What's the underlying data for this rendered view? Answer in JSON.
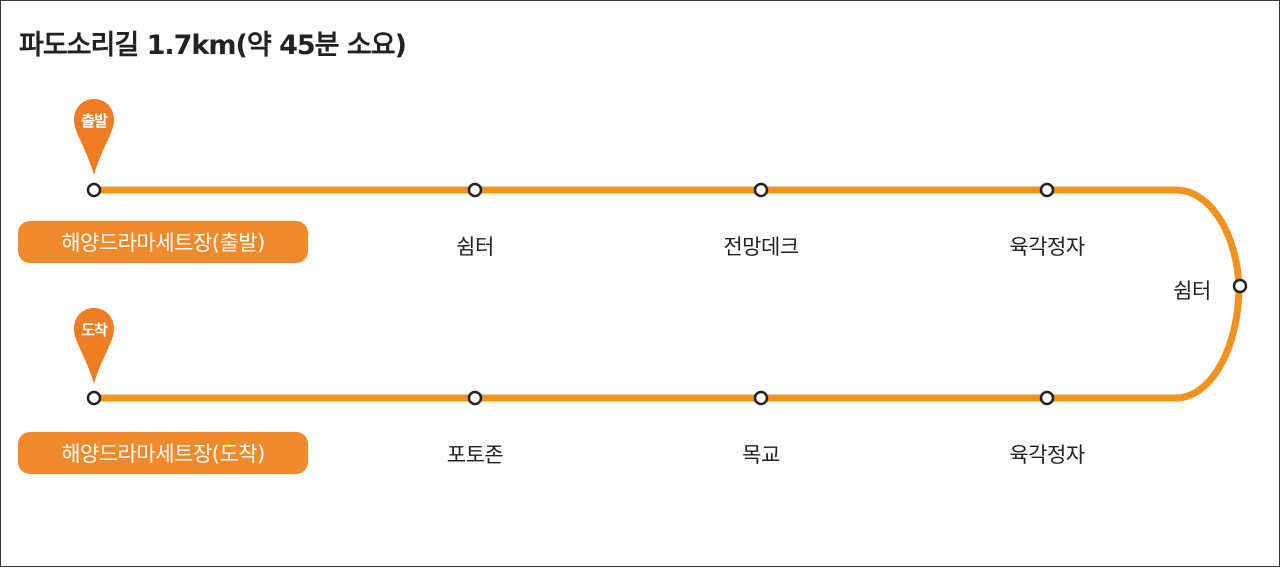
{
  "title": "파도소리길 1.7km(약 45분 소요)",
  "colors": {
    "route": "#f29320",
    "pill": "#f08a2a",
    "pin": "#ef7d22",
    "node_fill": "#ffffff",
    "node_stroke": "#222222"
  },
  "start": {
    "pin_label": "출발",
    "pill_label": "해양드라마세트장(출발)"
  },
  "end": {
    "pin_label": "도착",
    "pill_label": "해양드라마세트장(도착)"
  },
  "stops_top": [
    "쉼터",
    "전망데크",
    "육각정자"
  ],
  "stop_turn": "쉼터",
  "stops_bottom": [
    "포토존",
    "목교",
    "육각정자"
  ]
}
